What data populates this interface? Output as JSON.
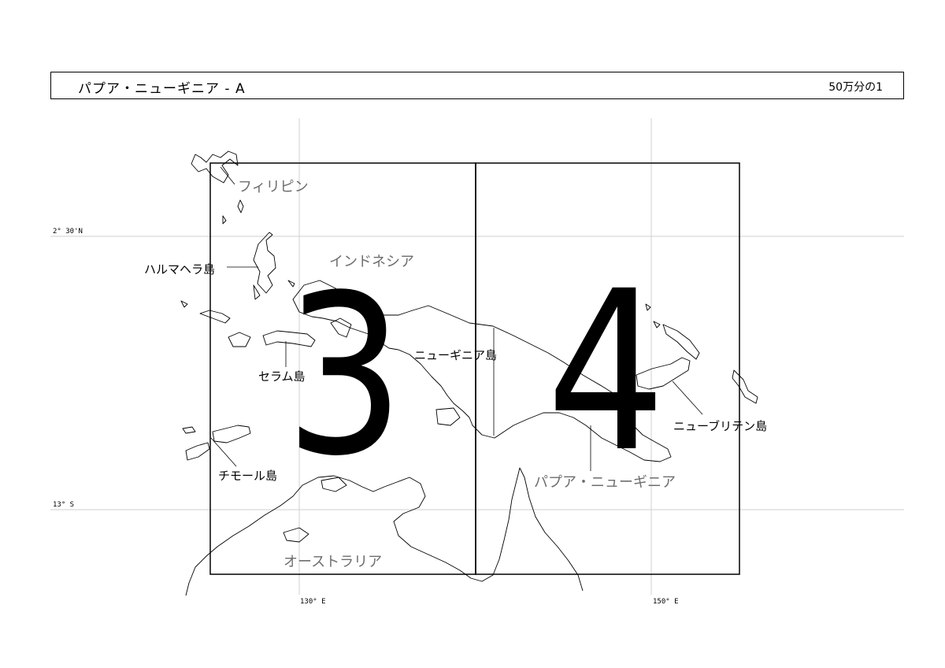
{
  "header": {
    "title": "パプア・ニューギニア - A",
    "scale": "50万分の1"
  },
  "grid": {
    "lat_labels": [
      "2° 30'N",
      "13° S"
    ],
    "lon_labels": [
      "130° E",
      "150° E"
    ]
  },
  "sheets": [
    {
      "number": "3"
    },
    {
      "number": "4"
    }
  ],
  "labels": {
    "philippines": "フィリピン",
    "indonesia": "インドネシア",
    "halmahera": "ハルマヘラ島",
    "seram": "セラム島",
    "timor": "チモール島",
    "new_guinea": "ニューギニア島",
    "new_britain": "ニューブリテン島",
    "png": "パプア・ニューギニア",
    "australia": "オーストラリア"
  },
  "colors": {
    "grid": "#cfcfcf",
    "outline": "#000000",
    "country_label": "#6e6e6e"
  }
}
